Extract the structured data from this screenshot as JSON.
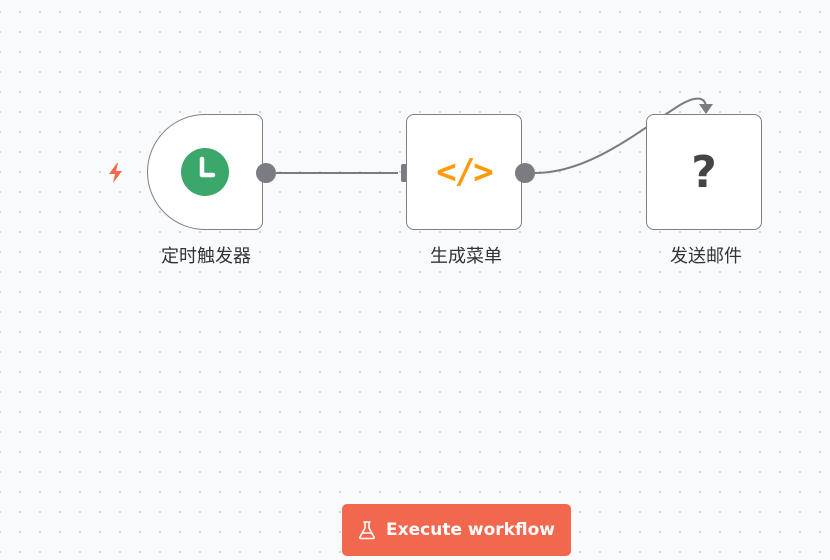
{
  "workflow": {
    "nodes": [
      {
        "id": "schedule",
        "label": "定时触发器",
        "icon": "clock-icon",
        "kind": "trigger"
      },
      {
        "id": "code",
        "label": "生成菜单",
        "icon": "code-icon",
        "kind": "code"
      },
      {
        "id": "email",
        "label": "发送邮件",
        "icon": "question-icon",
        "icon_text": "?",
        "kind": "unknown"
      }
    ],
    "connections": [
      {
        "from": "schedule",
        "to": "code"
      },
      {
        "from": "code",
        "to": "email"
      }
    ],
    "code_icon_text": "</>"
  },
  "toolbar": {
    "execute_label": "Execute workflow",
    "execute_icon": "flask-icon"
  },
  "colors": {
    "canvas_bg": "#f9fafc",
    "node_border": "#7f7f86",
    "handle": "#7b7b82",
    "clock_green": "#3aa86a",
    "code_orange": "#ff9b0b",
    "trigger_bolt": "#f2684f",
    "execute_bg": "#f2684f"
  }
}
